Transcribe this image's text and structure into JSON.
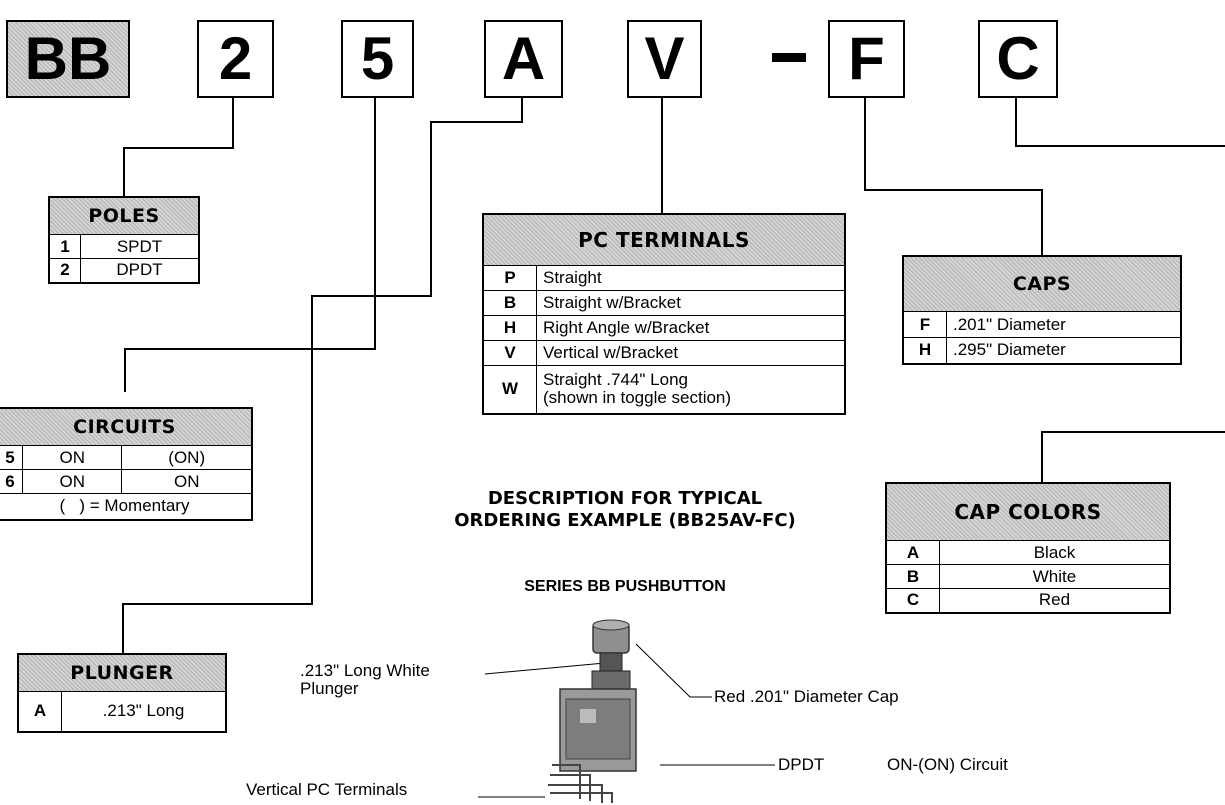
{
  "code": {
    "series": "BB",
    "poles": "2",
    "circuits": "5",
    "plunger": "A",
    "terminals": "V",
    "dash": "–",
    "caps": "F",
    "cap_color": "C"
  },
  "poles": {
    "title": "POLES",
    "rows": [
      {
        "code": "1",
        "desc": "SPDT"
      },
      {
        "code": "2",
        "desc": "DPDT"
      }
    ]
  },
  "circuits": {
    "title": "CIRCUITS",
    "rows": [
      {
        "code": "5",
        "a": "ON",
        "b": "(ON)"
      },
      {
        "code": "6",
        "a": "ON",
        "b": "ON"
      }
    ],
    "footnote": "(   ) = Momentary"
  },
  "plunger": {
    "title": "PLUNGER",
    "rows": [
      {
        "code": "A",
        "desc": ".213\" Long"
      }
    ]
  },
  "pc_terminals": {
    "title": "PC TERMINALS",
    "rows": [
      {
        "code": "P",
        "desc": "Straight"
      },
      {
        "code": "B",
        "desc": "Straight w/Bracket"
      },
      {
        "code": "H",
        "desc": "Right Angle w/Bracket"
      },
      {
        "code": "V",
        "desc": "Vertical w/Bracket"
      },
      {
        "code": "W",
        "desc": "Straight .744\" Long",
        "desc2": "(shown in toggle section)"
      }
    ]
  },
  "caps": {
    "title": "CAPS",
    "rows": [
      {
        "code": "F",
        "desc": ".201\" Diameter"
      },
      {
        "code": "H",
        "desc": ".295\" Diameter"
      }
    ]
  },
  "cap_colors": {
    "title": "CAP COLORS",
    "rows": [
      {
        "code": "A",
        "desc": "Black"
      },
      {
        "code": "B",
        "desc": "White"
      },
      {
        "code": "C",
        "desc": "Red"
      }
    ]
  },
  "description": {
    "line1": "DESCRIPTION FOR TYPICAL",
    "line2": "ORDERING EXAMPLE (BB25AV-FC)"
  },
  "series_title": "SERIES BB PUSHBUTTON",
  "callouts": {
    "plunger_line1": ".213\" Long White",
    "plunger_line2": "Plunger",
    "cap": "Red .201\" Diameter Cap",
    "poles": "DPDT",
    "circuit": "ON-(ON) Circuit",
    "terminals": "Vertical PC Terminals"
  }
}
